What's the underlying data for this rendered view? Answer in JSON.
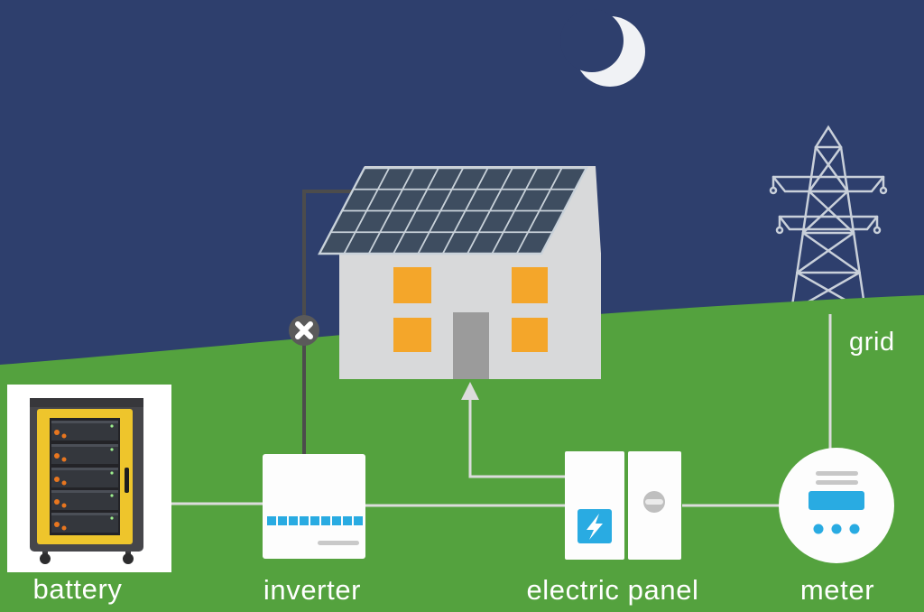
{
  "labels": {
    "battery": "battery",
    "inverter": "inverter",
    "electric_panel": "electric panel",
    "meter": "meter",
    "grid": "grid"
  },
  "colors": {
    "sky": "#2e3f6d",
    "ground": "#54a23e",
    "moon": "#f0f2f5",
    "house": "#d8d9da",
    "door": "#9b9b9b",
    "window_orange": "#f4a62a",
    "solar_panel": "#3e4d60",
    "panel_grid": "#c9d2da",
    "pylon": "#c9d0da",
    "line_light": "#dcdcdc",
    "line_dark": "#4c4c4c",
    "x_icon_gray": "#5a5a5a",
    "accent_blue": "#29abe2",
    "component_white": "#fdfdfd",
    "battery_yellow": "#eec52c",
    "cable_orange": "#e8761f",
    "label_text": "#ffffff"
  }
}
